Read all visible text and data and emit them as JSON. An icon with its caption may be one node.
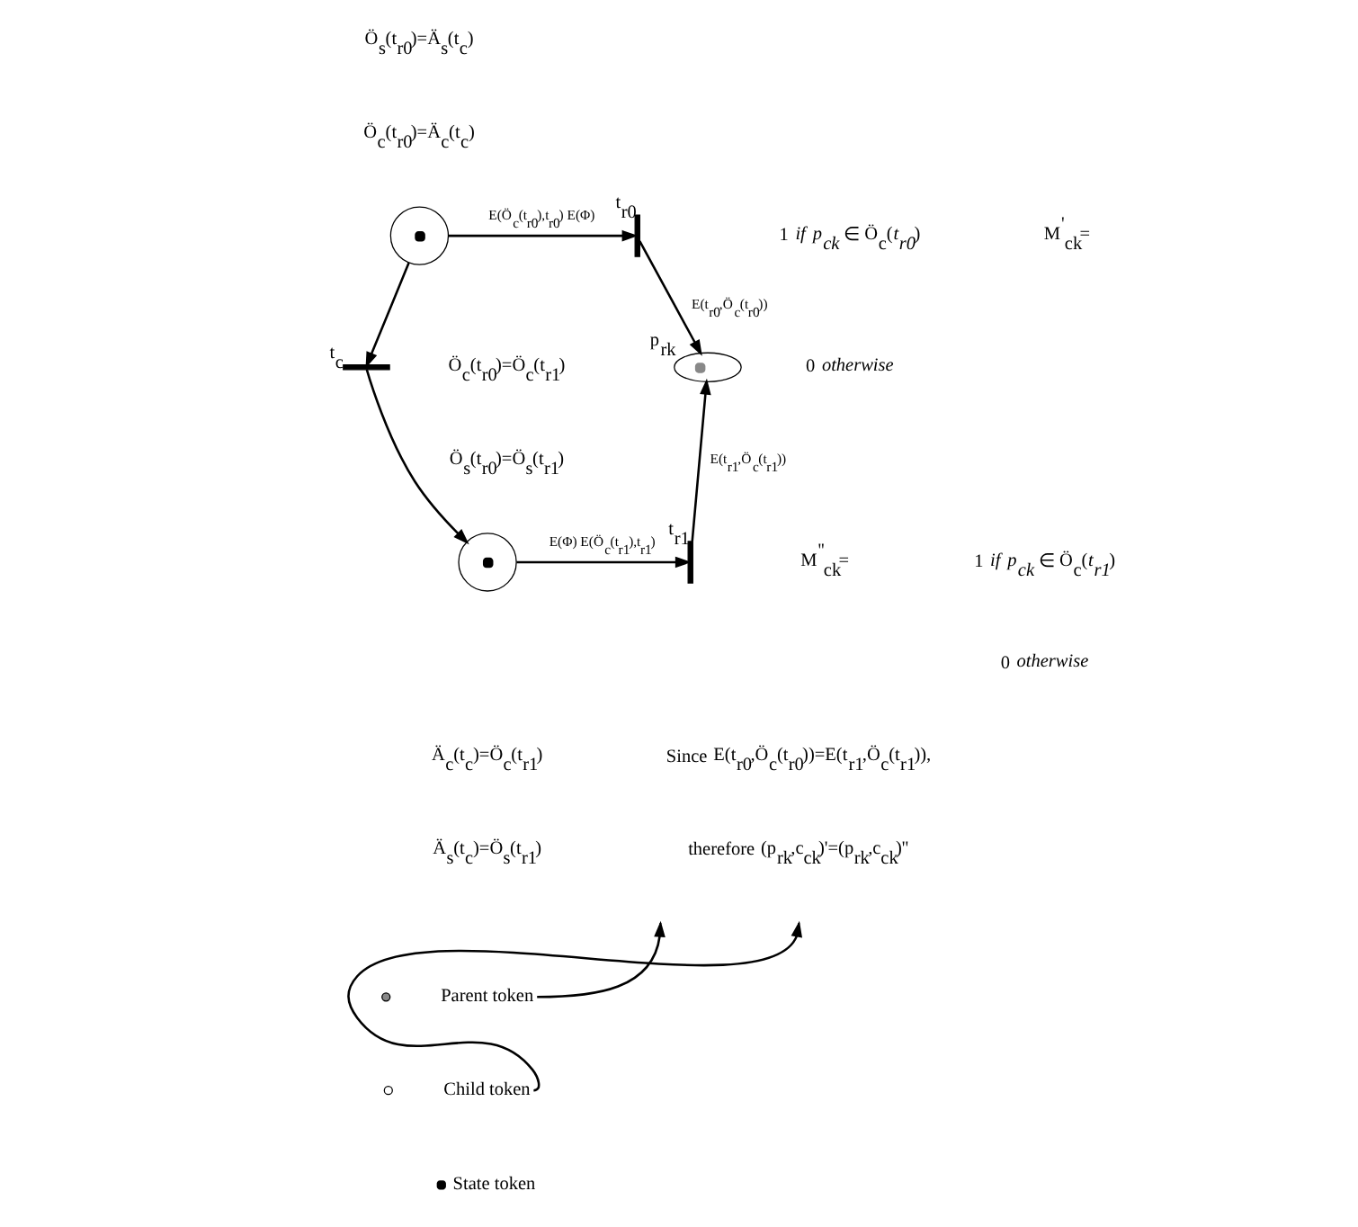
{
  "diagram": {
    "nodes": [
      {
        "text": [],
        "shape": "circle"
      },
      {
        "text": [],
        "shape": "bar",
        "beside": [
          "t$_{r0}$"
        ]
      },
      {
        "text": [],
        "shape": "bar",
        "beside": [
          "t$_{c}$"
        ]
      },
      {
        "text": [],
        "shape": "circle"
      },
      {
        "text": [],
        "shape": "bar",
        "beside": [
          "t$_{r1}$"
        ]
      },
      {
        "text": [],
        "shape": "ellipse",
        "beside": [
          "p$_{rk}$"
        ]
      },
      {
        "text": [
          "Parent token"
        ]
      },
      {
        "text": [
          "Child token"
        ]
      }
    ],
    "edges": [
      {
        "from": 0,
        "to": 1,
        "arrow": "to",
        "label": "E(Ö$_{c}$(t$_{r0}$),t$_{r0}$) E(Φ)"
      },
      {
        "from": 0,
        "to": 2,
        "arrow": "to"
      },
      {
        "from": 2,
        "to": 3,
        "arrow": "to"
      },
      {
        "from": 3,
        "to": 4,
        "arrow": "to",
        "label": "E(Φ) E(Ö$_{c}$(t$_{r1}$),t$_{r1}$)"
      },
      {
        "from": 1,
        "to": 5,
        "arrow": "to",
        "label": "E(t$_{r0}$,Ö$_{c}$(t$_{r0}$))"
      },
      {
        "from": 4,
        "to": 5,
        "arrow": "to",
        "label": "E(t$_{r1}$,Ö$_{c}$(t$_{r1}$))"
      },
      {
        "from": 6,
        "to": null,
        "arrow": "to"
      },
      {
        "from": 7,
        "to": null,
        "arrow": "to"
      }
    ],
    "labels": [
      "Ö$_{s}$(t$_{r0}$)=Ä$_{s}$(t$_{c}$)",
      "Ö$_{c}$(t$_{r0}$)=Ä$_{c}$(t$_{c}$)",
      "M$^{'}$$_{ck}$=",
      "1 *if* *p$_{ck}$* ∈ Ö$_{c}$(*t$_{r0}$*)",
      "0 *otherwise*",
      "Ö$_{c}$(t$_{r0}$)=Ö$_{c}$(t$_{r1}$)",
      "Ö$_{s}$(t$_{r0}$)=Ö$_{s}$(t$_{r1}$)",
      "M$^{''}$$_{ck}$=",
      "1 *if* *p$_{ck}$* ∈ Ö$_{c}$(*t$_{r1}$*)",
      "0 *otherwise*",
      "Ä$_{c}$(t$_{c}$)=Ö$_{c}$(t$_{r1}$)",
      "Ä$_{s}$(t$_{c}$)=Ö$_{s}$(t$_{r1}$)",
      "Since E(t$_{r0}$,Ö$_{c}$(t$_{r0}$))=E(t$_{r1}$,Ö$_{c}$(t$_{r1}$)),",
      "therefore (p$_{rk}$,c$_{ck}$)'=(p$_{rk}$,c$_{ck}$)''"
    ],
    "legend": [
      {
        "text": "State token"
      }
    ]
  }
}
